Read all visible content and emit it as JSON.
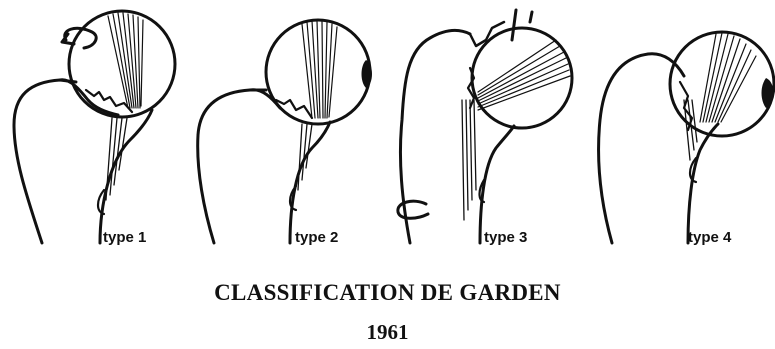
{
  "figure": {
    "panels": [
      {
        "label": "type 1"
      },
      {
        "label": "type 2"
      },
      {
        "label": "type 3"
      },
      {
        "label": "type 4"
      }
    ],
    "caption": {
      "title": "CLASSIFICATION DE GARDEN",
      "year": "1961"
    },
    "colors": {
      "ink": "#111111",
      "paper": "#ffffff"
    }
  }
}
